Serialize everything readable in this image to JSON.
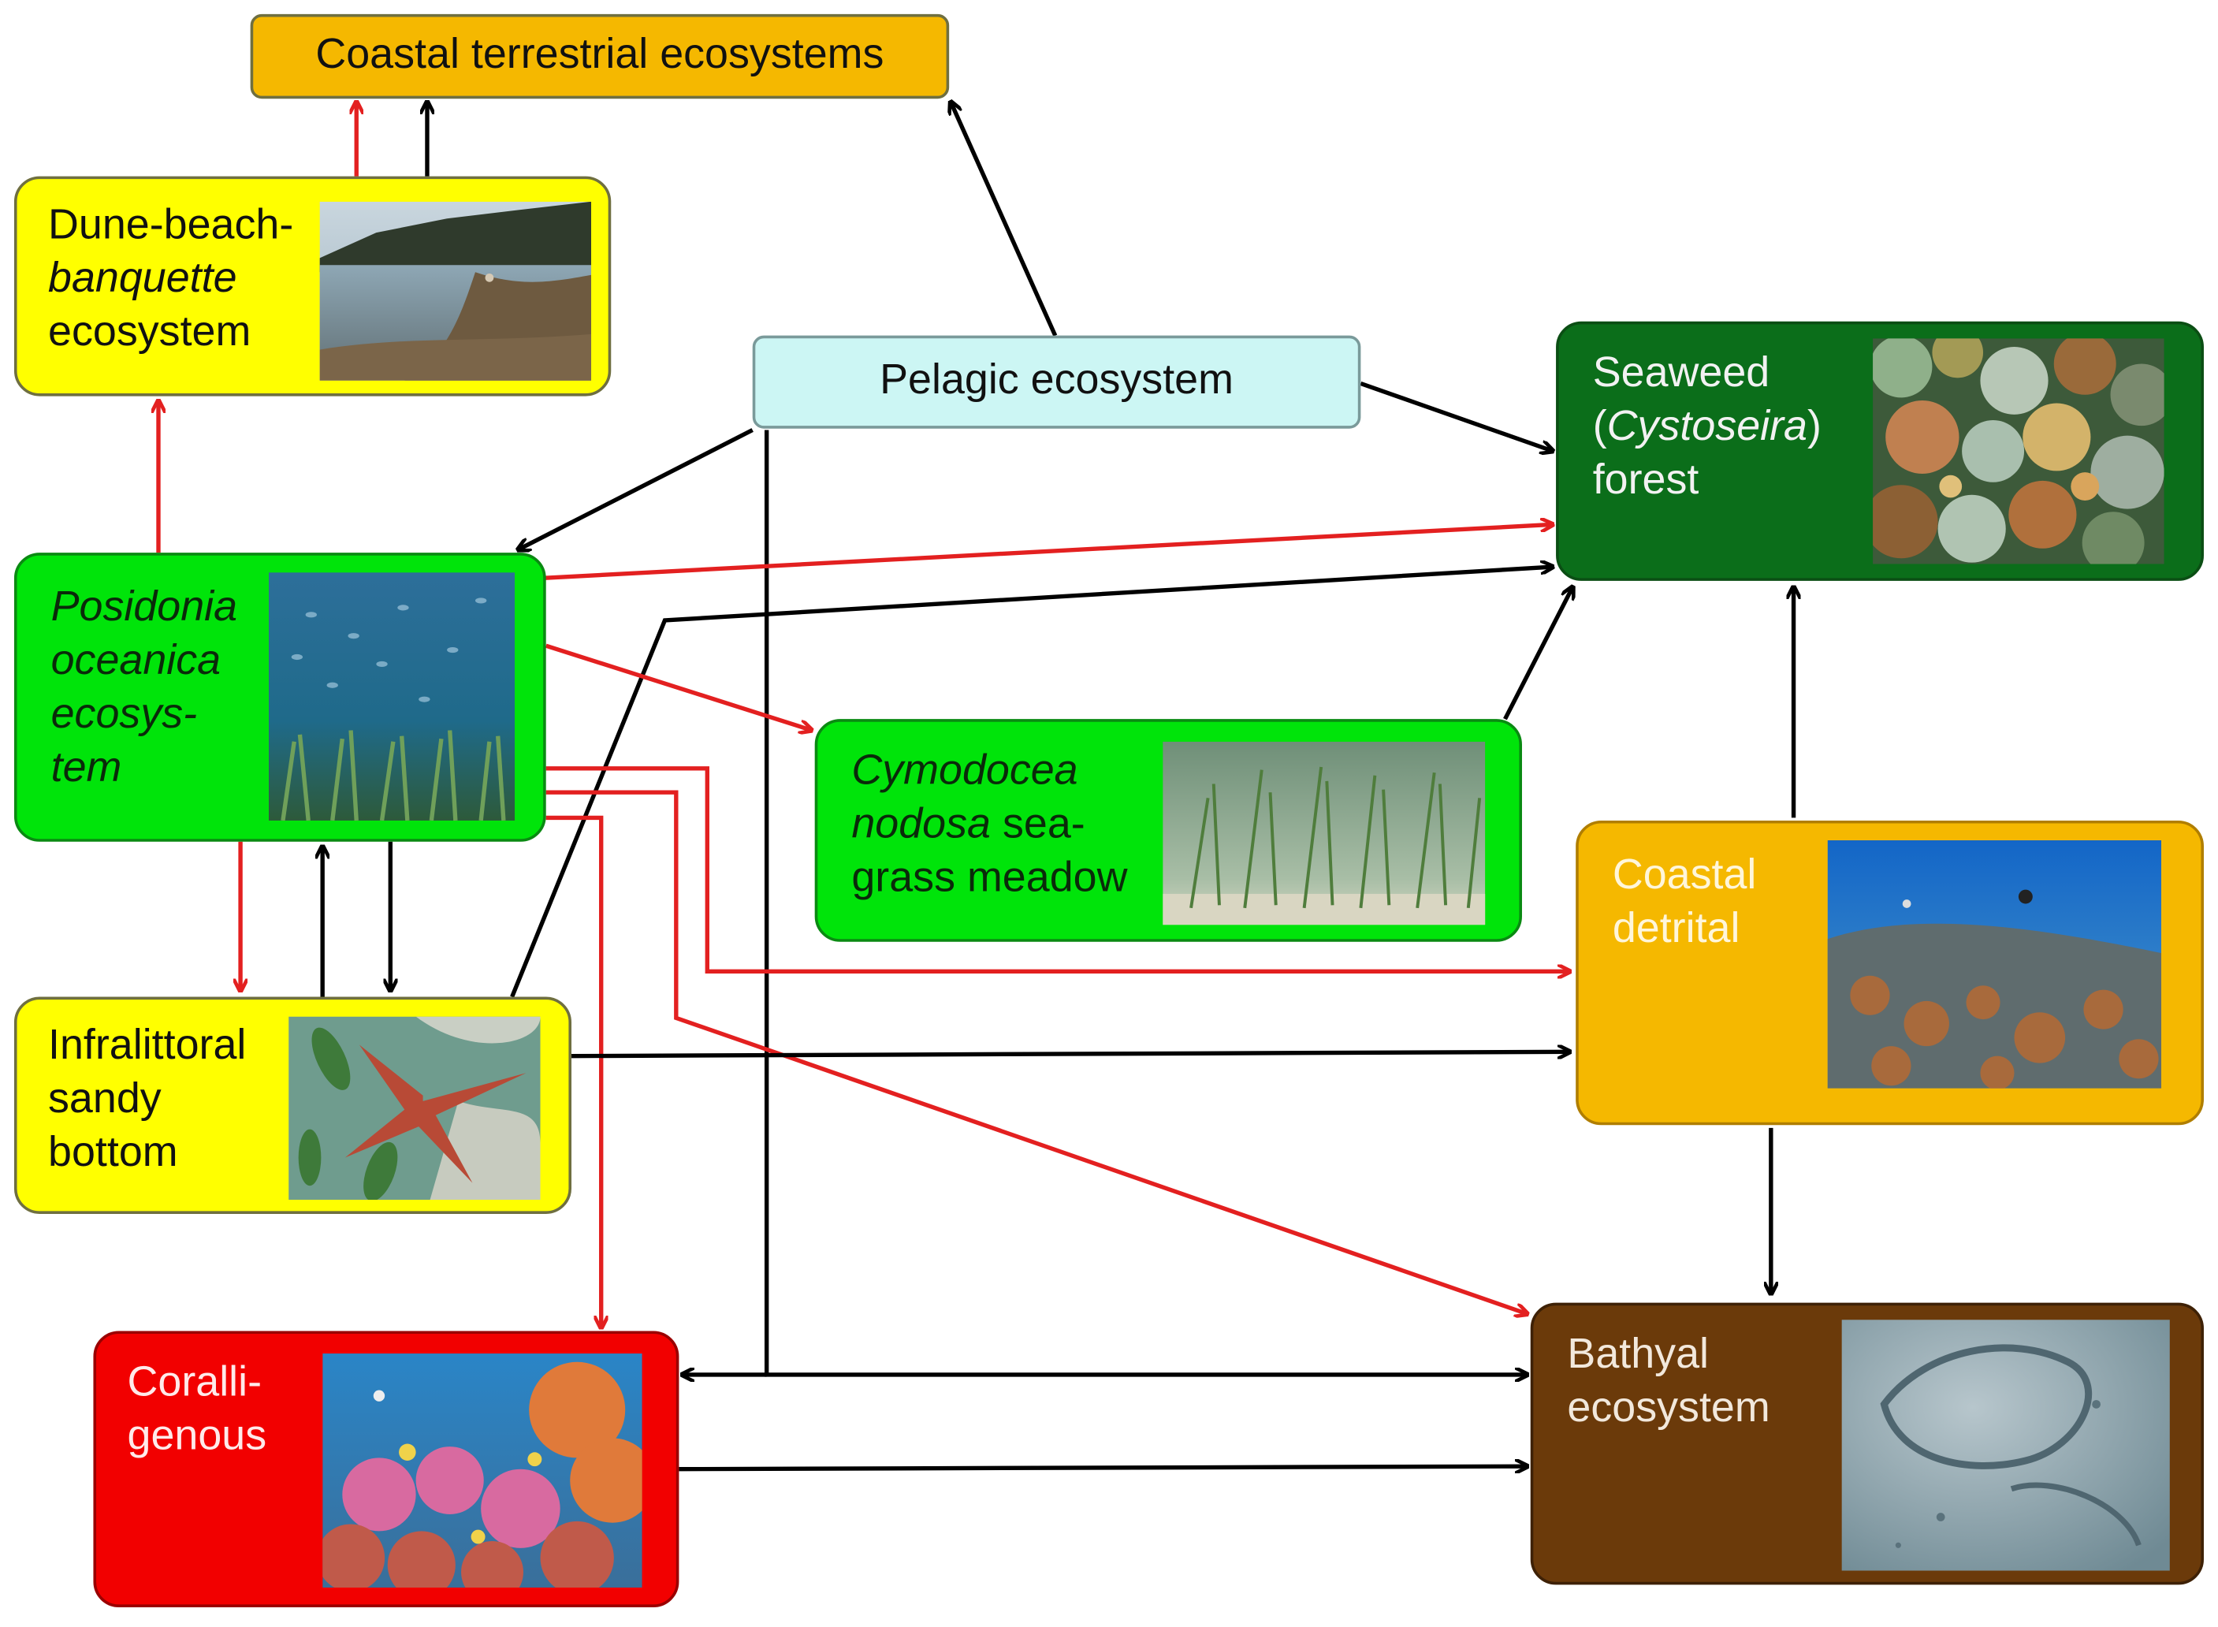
{
  "nodes": {
    "coastal_terrestrial": {
      "label": "Coastal terrestrial ecosystems",
      "color": "#f5b800"
    },
    "dune_beach": {
      "line1": "Dune-beach-",
      "line2": "banquette",
      "line3": "ecosystem",
      "color": "#ffff00"
    },
    "pelagic": {
      "label": "Pelagic ecosystem",
      "color": "#ccf6f4"
    },
    "seaweed": {
      "line1": "Seaweed",
      "line2_open": "(",
      "line2_italic": "Cystoseira",
      "line2_close": ")",
      "line3": "forest",
      "color": "#0b6e1a"
    },
    "posidonia": {
      "line1": "Posidonia",
      "line2": "oceanica",
      "line3": "ecosys-",
      "line4": "tem",
      "color": "#00e40a"
    },
    "cymodocea": {
      "line1": "Cymodocea",
      "line2_italic": "nodosa",
      "line2_rest": " sea-",
      "line3": "grass meadow",
      "color": "#00e40a"
    },
    "coastal_detrital": {
      "line1": "Coastal",
      "line2": "detrital",
      "color": "#f5b800"
    },
    "infralittoral": {
      "line1": "Infralittoral",
      "line2": "sandy",
      "line3": "bottom",
      "color": "#ffff00"
    },
    "coralligenous": {
      "line1": "Coralli-",
      "line2": "genous",
      "color": "#f20000"
    },
    "bathyal": {
      "line1": "Bathyal",
      "line2": "ecosystem",
      "color": "#6b3a0a"
    }
  },
  "photos": {
    "dune_beach": "beach-photo",
    "seaweed": "seaweed-forest-photo",
    "posidonia": "posidonia-meadow-photo",
    "cymodocea": "seagrass-photo",
    "coastal_detrital": "detrital-seabed-photo",
    "infralittoral": "starfish-photo",
    "coralligenous": "coral-reef-photo",
    "bathyal": "deep-seabed-photo"
  },
  "edges": [
    {
      "from": "dune_beach",
      "to": "coastal_terrestrial",
      "color": "red"
    },
    {
      "from": "dune_beach",
      "to": "coastal_terrestrial",
      "color": "black"
    },
    {
      "from": "pelagic",
      "to": "coastal_terrestrial",
      "color": "black"
    },
    {
      "from": "pelagic",
      "to": "seaweed",
      "color": "black"
    },
    {
      "from": "pelagic",
      "to": "posidonia",
      "color": "black"
    },
    {
      "from": "pelagic",
      "to": "coralligenous",
      "color": "black"
    },
    {
      "from": "pelagic",
      "to": "bathyal",
      "color": "black"
    },
    {
      "from": "posidonia",
      "to": "dune_beach",
      "color": "red"
    },
    {
      "from": "posidonia",
      "to": "seaweed",
      "color": "red"
    },
    {
      "from": "posidonia",
      "to": "cymodocea",
      "color": "red"
    },
    {
      "from": "posidonia",
      "to": "coastal_detrital",
      "color": "red"
    },
    {
      "from": "posidonia",
      "to": "bathyal",
      "color": "red"
    },
    {
      "from": "posidonia",
      "to": "coralligenous",
      "color": "red"
    },
    {
      "from": "posidonia",
      "to": "infralittoral",
      "color": "red"
    },
    {
      "from": "posidonia",
      "to": "infralittoral",
      "color": "black"
    },
    {
      "from": "infralittoral",
      "to": "posidonia",
      "color": "black"
    },
    {
      "from": "infralittoral",
      "to": "seaweed",
      "color": "black"
    },
    {
      "from": "infralittoral",
      "to": "coastal_detrital",
      "color": "black"
    },
    {
      "from": "cymodocea",
      "to": "seaweed",
      "color": "black"
    },
    {
      "from": "coastal_detrital",
      "to": "seaweed",
      "color": "black"
    },
    {
      "from": "coastal_detrital",
      "to": "bathyal",
      "color": "black"
    },
    {
      "from": "coralligenous",
      "to": "bathyal",
      "color": "black"
    }
  ]
}
